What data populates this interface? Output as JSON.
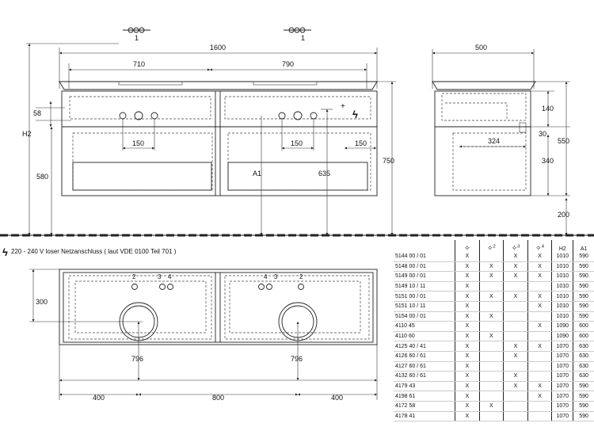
{
  "front_view": {
    "socket_labels": [
      "1",
      "1"
    ],
    "overall_width": "1600",
    "basin_left_width": "710",
    "basin_right_width": "790",
    "height_label": "H2",
    "top_offset": "58",
    "tap_spacing_left": "150",
    "tap_spacing_mid": "150",
    "tap_spacing_right": "150",
    "floor_height": "580",
    "axis_label": "A1",
    "outlet_height": "635",
    "total_height": "750"
  },
  "side_view": {
    "depth": "500",
    "upper_drawer": "140",
    "drawer_offset": "30",
    "inner_depth": "324",
    "lower_drawer": "340",
    "overall_height": "550",
    "floor_clearance": "200"
  },
  "electrical_note": "220 - 240 V loser Netzanschluss ( laut VDE 0100 Teil 701 )",
  "top_view": {
    "left_height": "300",
    "left_connection_labels": [
      "2",
      "3",
      "4"
    ],
    "right_connection_labels": [
      "4",
      "3",
      "2"
    ],
    "drain_left": "796",
    "drain_right": "796",
    "bottom_left": "400",
    "bottom_mid": "800",
    "bottom_right": "400"
  },
  "table": {
    "column_symbols": [
      "✧",
      "✧",
      "✧",
      "✧"
    ],
    "column_numbers": [
      "",
      "2",
      "3",
      "4"
    ],
    "col_h2": "H2",
    "col_a1": "A1",
    "rows": [
      {
        "code": "5144 00 / 01",
        "c1": "X",
        "c2": "",
        "c3": "X",
        "c4": "X",
        "h2": "1010",
        "a1": "590"
      },
      {
        "code": "5148 00 / 01",
        "c1": "X",
        "c2": "X",
        "c3": "X",
        "c4": "X",
        "h2": "1010",
        "a1": "590"
      },
      {
        "code": "5149 00 / 01",
        "c1": "X",
        "c2": "X",
        "c3": "X",
        "c4": "X",
        "h2": "1010",
        "a1": "590"
      },
      {
        "code": "5149 10 / 11",
        "c1": "X",
        "c2": "",
        "c3": "",
        "c4": "",
        "h2": "1010",
        "a1": "590"
      },
      {
        "code": "5151 00 / 01",
        "c1": "X",
        "c2": "X",
        "c3": "X",
        "c4": "X",
        "h2": "1010",
        "a1": "590"
      },
      {
        "code": "5151 10 / 11",
        "c1": "X",
        "c2": "",
        "c3": "",
        "c4": "X",
        "h2": "1010",
        "a1": "590"
      },
      {
        "code": "5154 00 / 01",
        "c1": "X",
        "c2": "X",
        "c3": "",
        "c4": "",
        "h2": "1010",
        "a1": "590"
      },
      {
        "code": "4110 45",
        "c1": "X",
        "c2": "",
        "c3": "",
        "c4": "X",
        "h2": "1090",
        "a1": "600"
      },
      {
        "code": "4110 60",
        "c1": "X",
        "c2": "X",
        "c3": "",
        "c4": "",
        "h2": "1090",
        "a1": "600"
      },
      {
        "code": "4125 40 / 41",
        "c1": "X",
        "c2": "",
        "c3": "X",
        "c4": "X",
        "h2": "1070",
        "a1": "630"
      },
      {
        "code": "4126 60 / 61",
        "c1": "X",
        "c2": "",
        "c3": "X",
        "c4": "",
        "h2": "1070",
        "a1": "630"
      },
      {
        "code": "4127 60 / 61",
        "c1": "X",
        "c2": "",
        "c3": "",
        "c4": "",
        "h2": "1070",
        "a1": "630"
      },
      {
        "code": "4132 60 / 61",
        "c1": "X",
        "c2": "",
        "c3": "X",
        "c4": "",
        "h2": "1070",
        "a1": "630"
      },
      {
        "code": "4179 43",
        "c1": "X",
        "c2": "",
        "c3": "X",
        "c4": "X",
        "h2": "1070",
        "a1": "590"
      },
      {
        "code": "4198 61",
        "c1": "X",
        "c2": "",
        "c3": "",
        "c4": "X",
        "h2": "1070",
        "a1": "590"
      },
      {
        "code": "4172 58",
        "c1": "X",
        "c2": "X",
        "c3": "",
        "c4": "",
        "h2": "1070",
        "a1": "590"
      },
      {
        "code": "4178 41",
        "c1": "X",
        "c2": "",
        "c3": "",
        "c4": "",
        "h2": "1070",
        "a1": "590"
      }
    ]
  }
}
